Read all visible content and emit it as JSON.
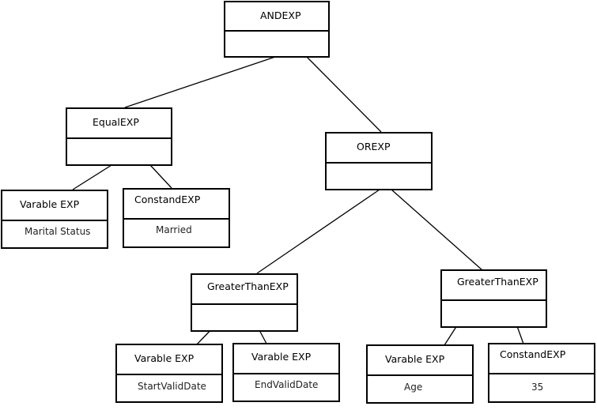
{
  "nodes": {
    "andexp": {
      "title": "ANDEXP",
      "value": ""
    },
    "equalexp": {
      "title": "EqualEXP",
      "value": ""
    },
    "orexp": {
      "title": "OREXP",
      "value": ""
    },
    "var_marital": {
      "title": "Varable EXP",
      "value": "Marital Status"
    },
    "const_married": {
      "title": "ConstandEXP",
      "value": "Married"
    },
    "gt_left": {
      "title": "GreaterThanEXP",
      "value": ""
    },
    "gt_right": {
      "title": "GreaterThanEXP",
      "value": ""
    },
    "var_start": {
      "title": "Varable EXP",
      "value": "StartValidDate"
    },
    "var_end": {
      "title": "Varable EXP",
      "value": "EndValidDate"
    },
    "var_age": {
      "title": "Varable EXP",
      "value": "Age"
    },
    "const_35": {
      "title": "ConstandEXP",
      "value": "35"
    }
  }
}
